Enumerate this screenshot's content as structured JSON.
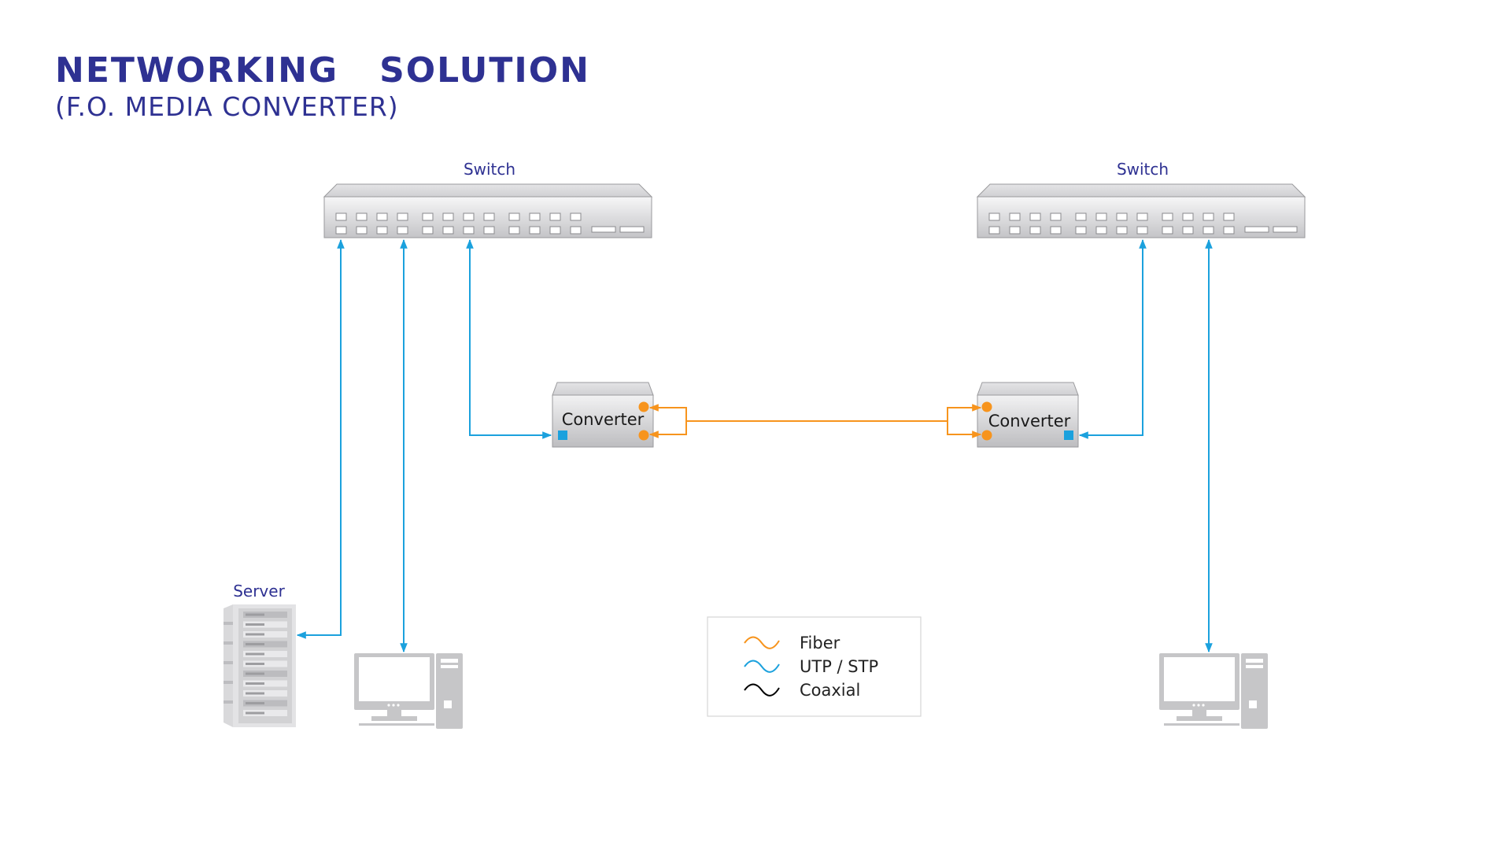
{
  "header": {
    "title": "NETWORKING   SOLUTION",
    "subtitle": "(F.O. MEDIA CONVERTER)"
  },
  "devices": {
    "switch_left_label": "Switch",
    "switch_right_label": "Switch",
    "converter_left_label": "Converter",
    "converter_right_label": "Converter",
    "server_label": "Server"
  },
  "legend": {
    "items": [
      {
        "label": "Fiber",
        "color": "#f7941d"
      },
      {
        "label": "UTP / STP",
        "color": "#1ba1dd"
      },
      {
        "label": "Coaxial",
        "color": "#000000"
      }
    ]
  },
  "colors": {
    "title": "#2e3192",
    "fiber": "#f7941d",
    "utp": "#1ba1dd",
    "coaxial": "#000000",
    "device_gray": "#c8c8ca"
  }
}
